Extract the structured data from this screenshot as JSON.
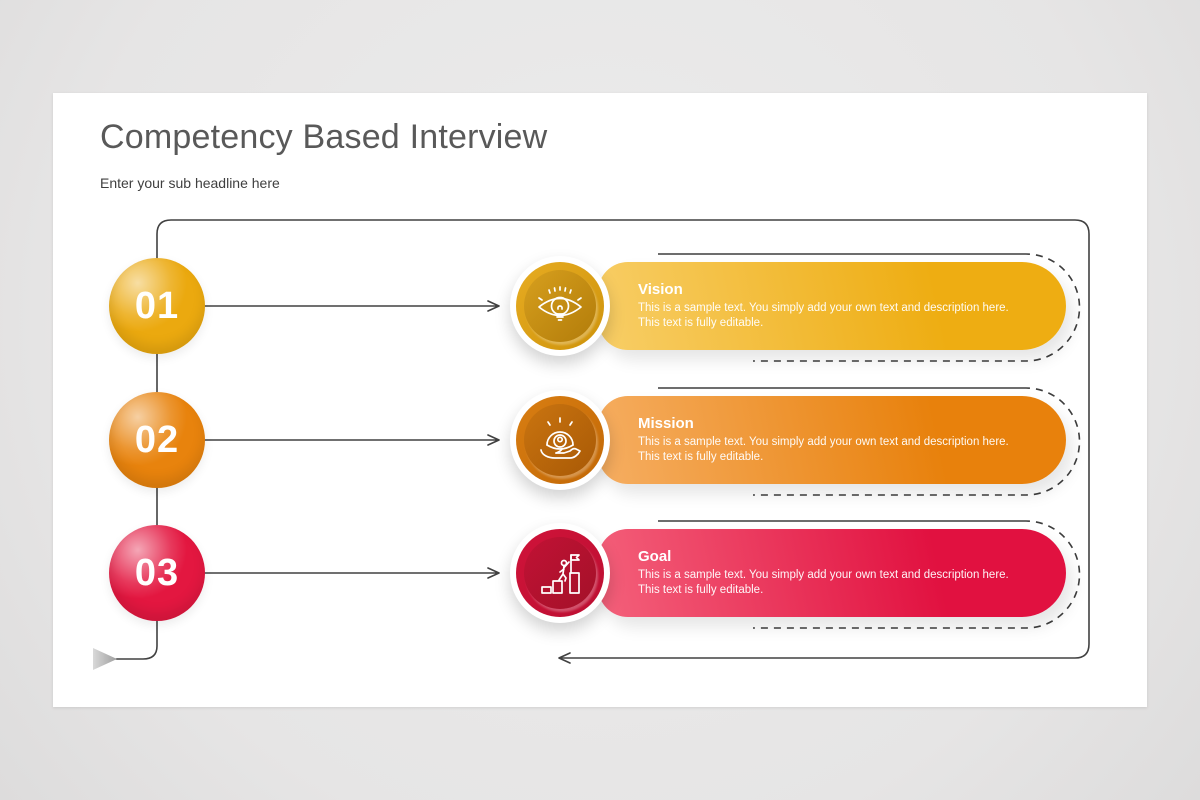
{
  "slide": {
    "title": "Competency Based Interview",
    "subtitle": "Enter your sub headline here"
  },
  "items": [
    {
      "number": "01",
      "title": "Vision",
      "description": "This is a sample text. You simply add your own text and description here. This text is fully editable.",
      "icon": "vision-eye-lightbulb-icon",
      "number_color": "#EBA90F",
      "pill_gradient": [
        "#F8CE67",
        "#EEAD12"
      ],
      "badge_gradient": [
        "#E7AC22",
        "#CE930B"
      ]
    },
    {
      "number": "02",
      "title": "Mission",
      "description": "This is a sample text. You simply add your own text and description here. This text is fully editable.",
      "icon": "hand-offering-icon",
      "number_color": "#E8830D",
      "pill_gradient": [
        "#F6AE62",
        "#E8810C"
      ],
      "badge_gradient": [
        "#D97E12",
        "#C26806"
      ]
    },
    {
      "number": "03",
      "title": "Goal",
      "description": "This is a sample text. You simply add your own text and description here. This text is fully editable.",
      "icon": "goal-flag-steps-icon",
      "number_color": "#E31740",
      "pill_gradient": [
        "#F4617B",
        "#E11140"
      ],
      "badge_gradient": [
        "#D01339",
        "#BC0F32"
      ]
    }
  ],
  "colors": {
    "background": "#e8e7e7",
    "slide": "#ffffff",
    "title_text": "#595959",
    "subtitle_text": "#3f3f3f",
    "connector": "#414141"
  }
}
